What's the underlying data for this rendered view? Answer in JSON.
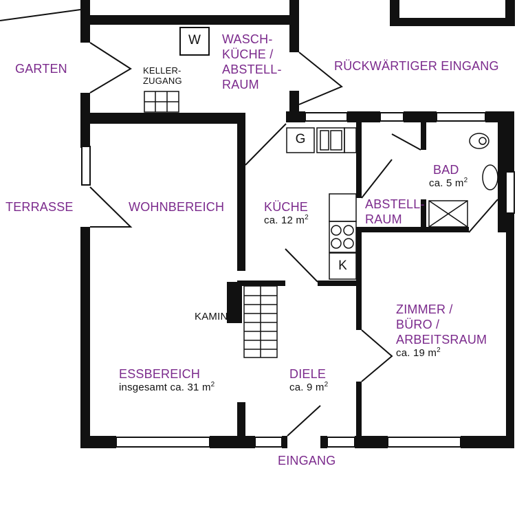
{
  "colors": {
    "label": "#7b2a8c",
    "wall": "#111111",
    "text": "#111111"
  },
  "areas": {
    "m2_unit": "m",
    "m2_exp": "2"
  },
  "labels": {
    "garten": "GARTEN",
    "terrasse": "TERRASSE",
    "kellerzugang_1": "KELLER-",
    "kellerzugang_2": "ZUGANG",
    "waschkueche_1": "WASCH-",
    "waschkueche_2": "KÜCHE /",
    "waschkueche_3": "ABSTELL-",
    "waschkueche_4": "RAUM",
    "rueckwaertiger_eingang": "RÜCKWÄRTIGER EINGANG",
    "wohnbereich": "WOHNBEREICH",
    "kueche": "KÜCHE",
    "kueche_area": "ca. 12 m",
    "abstellraum_1": "ABSTELL-",
    "abstellraum_2": "RAUM",
    "bad": "BAD",
    "bad_area": "ca. 5 m",
    "kamin": "KAMIN",
    "zimmer_1": "ZIMMER /",
    "zimmer_2": "BÜRO /",
    "zimmer_3": "ARBEITSRAUM",
    "zimmer_area": "ca. 19 m",
    "essbereich": "ESSBEREICH",
    "essbereich_area": "insgesamt ca. 31 m",
    "diele": "DIELE",
    "diele_area": "ca. 9 m",
    "eingang": "EINGANG"
  },
  "fixtures": {
    "washer": "W",
    "fridge": "K",
    "gas": "G"
  }
}
